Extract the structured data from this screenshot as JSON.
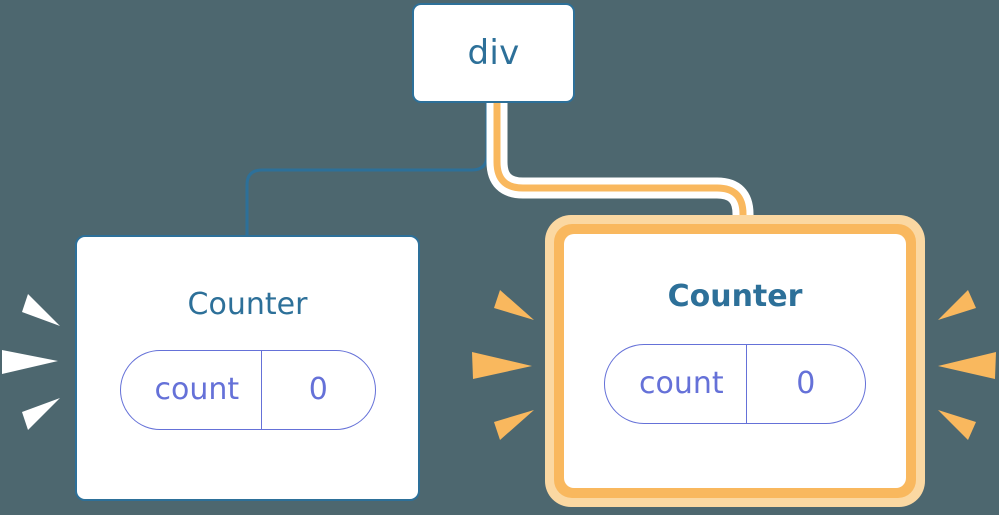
{
  "diagram": {
    "background_color": "#4d676f",
    "type": "component-tree",
    "nodes": [
      {
        "id": "div",
        "label": "div",
        "kind": "dom-element",
        "highlighted": false,
        "border_color": "#2d7099",
        "text_color": "#2d7099"
      },
      {
        "id": "counter-left",
        "label": "Counter",
        "kind": "component",
        "highlighted": false,
        "border_color": "#2d7099",
        "text_color": "#2d7099",
        "state": {
          "key": "count",
          "value": "0",
          "color": "#6571d8"
        }
      },
      {
        "id": "counter-right",
        "label": "Counter",
        "kind": "component",
        "highlighted": true,
        "highlight_color": "#f9b85e",
        "highlight_glow_color": "#fbd8a2",
        "text_color": "#2d7099",
        "state": {
          "key": "count",
          "value": "0",
          "color": "#6571d8"
        }
      }
    ],
    "edges": [
      {
        "from": "div",
        "to": "counter-left",
        "color": "#2d7099",
        "width": 3,
        "highlighted": false
      },
      {
        "from": "div",
        "to": "counter-right",
        "color": "#f9b85e",
        "width": 7,
        "highlighted": true,
        "halo_color": "#ffffff"
      }
    ],
    "sparkles": [
      {
        "id": "sparkle-left-outer",
        "target": "counter-left",
        "side": "left",
        "color": "#ffffff",
        "ray_count": 3
      },
      {
        "id": "sparkle-right-inner",
        "target": "counter-right",
        "side": "left",
        "color": "#f9b85e",
        "ray_count": 3
      },
      {
        "id": "sparkle-right-outer",
        "target": "counter-right",
        "side": "right",
        "color": "#f9b85e",
        "ray_count": 3
      }
    ]
  }
}
